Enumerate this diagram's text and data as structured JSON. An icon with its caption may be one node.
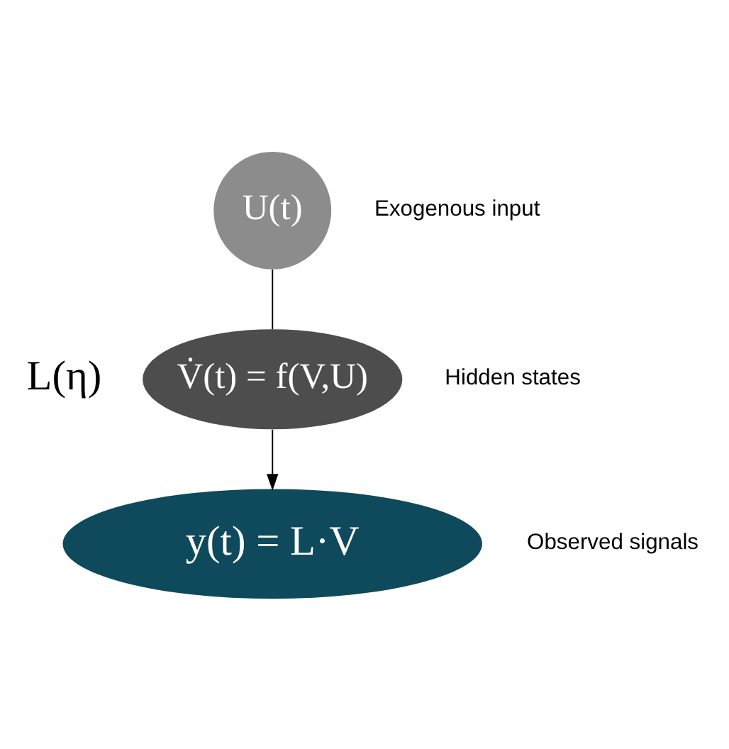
{
  "diagram": {
    "nodes": [
      {
        "text": [
          "U(t)"
        ],
        "beside": [
          "Exogenous input"
        ]
      },
      {
        "text": [
          "V̇(t) = f(V,U)"
        ],
        "beside": [
          "Hidden states"
        ]
      },
      {
        "text": [
          "y(t) = L·V"
        ],
        "beside": [
          "Observed signals"
        ]
      }
    ],
    "edges": [
      {
        "from": 0,
        "to": 1,
        "arrow": "none"
      },
      {
        "from": 1,
        "to": 2,
        "arrow": "to"
      }
    ],
    "labels": [
      "L(η)"
    ]
  }
}
